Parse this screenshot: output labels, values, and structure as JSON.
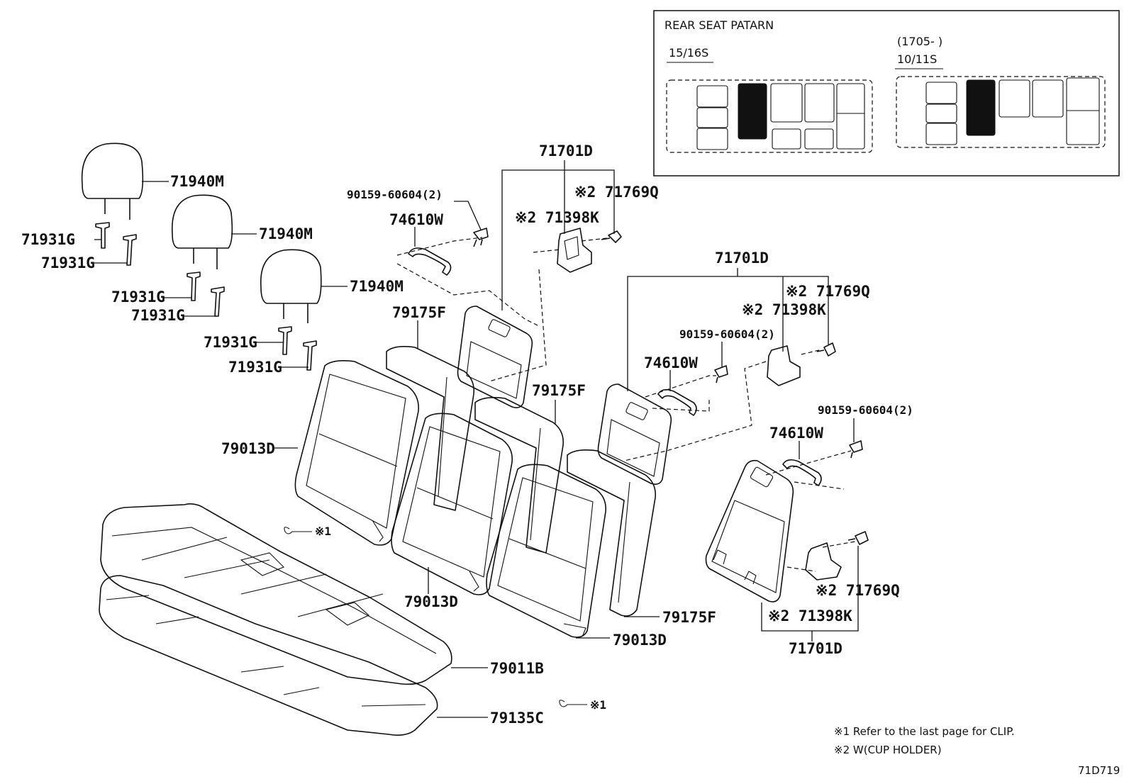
{
  "inset": {
    "title": "REAR SEAT PATARN",
    "left_label": "15/16S",
    "right_date": "(1705-      )",
    "right_label": "10/11S"
  },
  "labels": {
    "p71940M_1": "71940M",
    "p71940M_2": "71940M",
    "p71940M_3": "71940M",
    "p71931G_1": "71931G",
    "p71931G_2": "71931G",
    "p71931G_3": "71931G",
    "p71931G_4": "71931G",
    "p71931G_5": "71931G",
    "p71931G_6": "71931G",
    "p71701D_1": "71701D",
    "p71701D_2": "71701D",
    "p71701D_3": "71701D",
    "p90159_1": "90159-60604(2)",
    "p90159_2": "90159-60604(2)",
    "p90159_3": "90159-60604(2)",
    "p74610W_1": "74610W",
    "p74610W_2": "74610W",
    "p74610W_3": "74610W",
    "p71769Q_1": "※2 71769Q",
    "p71769Q_2": "※2 71769Q",
    "p71769Q_3": "※2 71769Q",
    "p71398K_1": "※2 71398K",
    "p71398K_2": "※2 71398K",
    "p71398K_3": "※2 71398K",
    "p79175F_1": "79175F",
    "p79175F_2": "79175F",
    "p79175F_3": "79175F",
    "p79013D_1": "79013D",
    "p79013D_2": "79013D",
    "p79013D_3": "79013D",
    "p79011B": "79011B",
    "p79135C": "79135C",
    "clip_1": "※1",
    "clip_2": "※1"
  },
  "notes": {
    "n1": "※1  Refer to the last page for CLIP.",
    "n2": "※2  W(CUP  HOLDER)"
  },
  "diagram_code": "71D719"
}
